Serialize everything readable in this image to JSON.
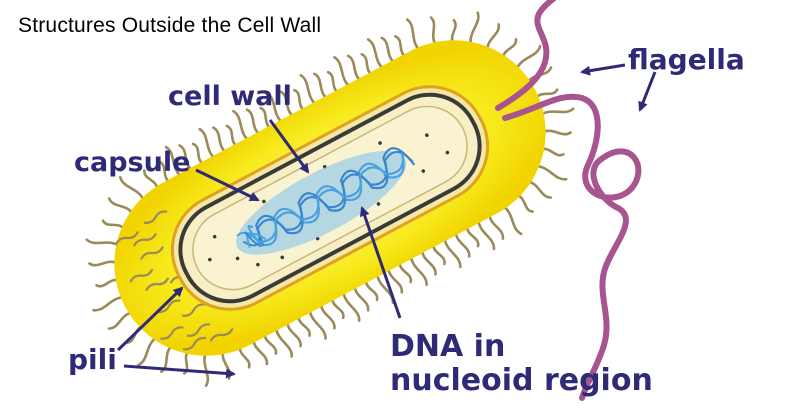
{
  "title": "Structures Outside the Cell Wall",
  "labels": {
    "cell_wall": "cell wall",
    "capsule": "capsule",
    "pili": "pili",
    "flagella": "flagella",
    "dna_line1": "DNA in",
    "dna_line2": "nucleoid region"
  },
  "colors": {
    "label_text": "#2e2a78",
    "arrow": "#2e2a78",
    "capsule": "#f7ea1c",
    "cell_wall": "#3a3a3a",
    "cytoplasm": "#f8efc4",
    "dna": "#4aa2e0",
    "pili": "#9b8a5a",
    "flagella": "#a8548e"
  }
}
